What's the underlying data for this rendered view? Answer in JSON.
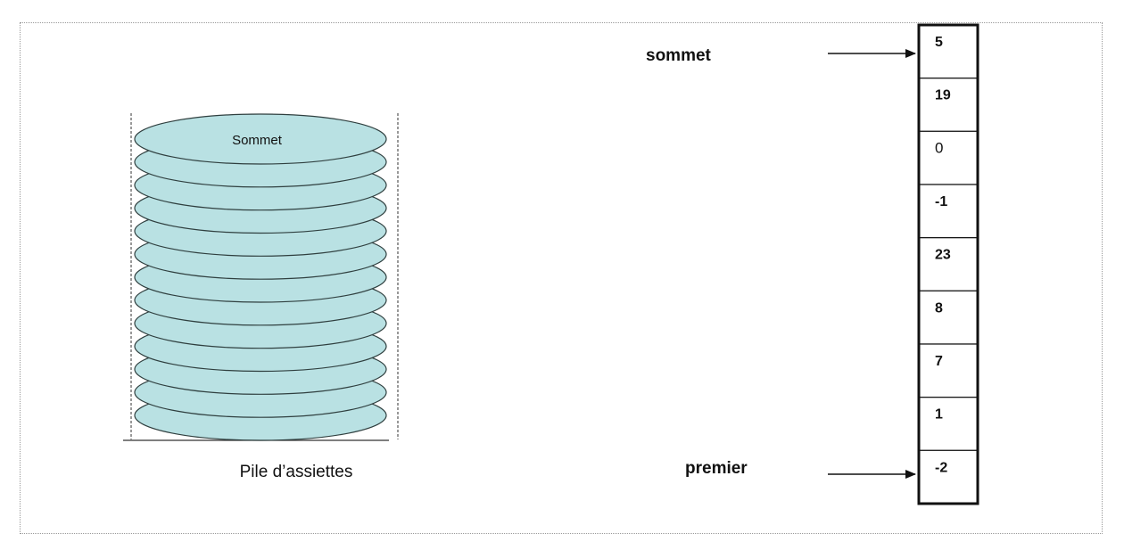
{
  "plate_stack": {
    "top_plate_label": "Sommet",
    "caption": "Pile d’assiettes",
    "plate_count": 13,
    "plate_color": "#b9e1e3",
    "plate_stroke": "#2f3f3f"
  },
  "stack_array": {
    "top_label": "sommet",
    "bottom_label": "premier",
    "cells": [
      "5",
      "19",
      "0",
      "-1",
      "23",
      "8",
      "7",
      "1",
      "-2"
    ]
  }
}
